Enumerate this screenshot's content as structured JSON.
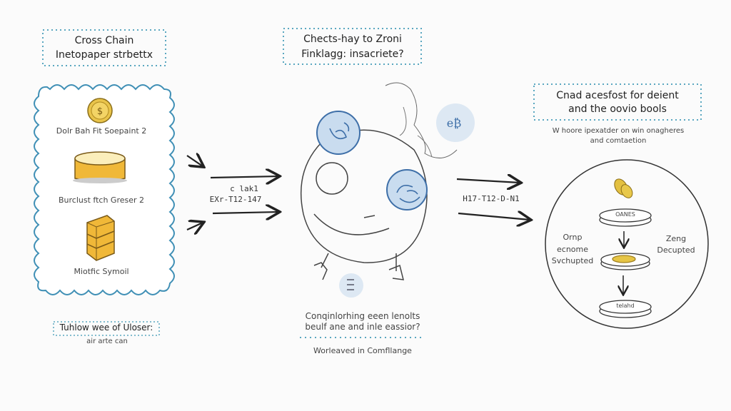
{
  "left_panel": {
    "title_line1": "Cross Chain",
    "title_line2": "Inetopaper strbettx",
    "items": [
      {
        "icon": "coin-icon",
        "label": "Dolr Bah Fit Soepaint 2"
      },
      {
        "icon": "tub-icon",
        "label": "Burclust ftch Greser 2"
      },
      {
        "icon": "stack-icon",
        "label": "Miotfic Symoil"
      }
    ],
    "footer_title": "Tuhlow wee of Uloser:",
    "footer_sub": "air arte can"
  },
  "center_panel": {
    "title_line1": "Chects-hay to Zroni",
    "title_line2": "Finklagg: insacriete?",
    "arrow_label_1": "c lak1",
    "arrow_label_2": "EXr-T12-147",
    "caption_line1": "Conqinlorhing eeen lenolts",
    "caption_line2": "beulf ane and inle eassior?",
    "footer": "Worleaved in Comfllange"
  },
  "right_panel": {
    "arrow_label": "H17-T12-D-N1",
    "title_line1": "Cnad acesfost for deient",
    "title_line2": "and the oovio bools",
    "subtitle_line1": "W hoore ipexatder on win onagheres",
    "subtitle_line2": "and comtaetion",
    "disk_1": "OANES",
    "disk_3": "telahd",
    "left_note": [
      "Ornp",
      "ecnome",
      "Svchupted"
    ],
    "right_note": [
      "Zeng",
      "Decupted"
    ]
  },
  "colors": {
    "accent_blue": "#4a8fc0",
    "fill_blue": "#c9dcef",
    "gold": "#e8c040"
  }
}
